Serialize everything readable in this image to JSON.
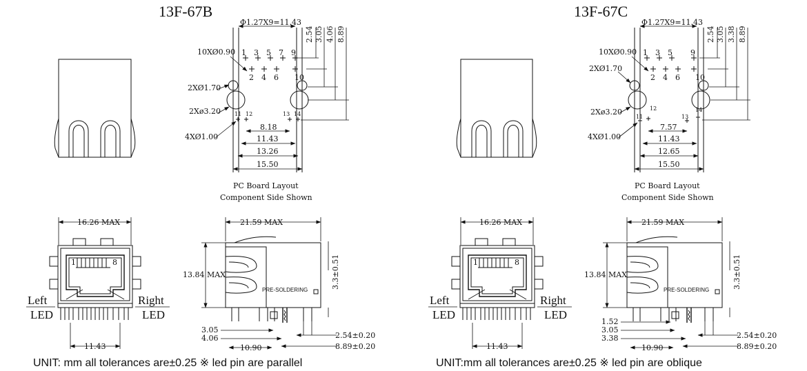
{
  "panels": [
    {
      "id": "b",
      "title": "13F-67B",
      "pcb": {
        "pitch_label": "Φ1.27X9=11.43",
        "hole10_label": "10XØ0.90",
        "hole2_label": "2XØ1.70",
        "hole3_label": "2Xø3.20",
        "hole4_label": "4XØ1.00",
        "pin_top": [
          "1",
          "3",
          "5",
          "7",
          "9"
        ],
        "pin_bot": [
          "2",
          "4",
          "6"
        ],
        "pin_10": "10",
        "pin_small": [
          "11",
          "12",
          "13",
          "14"
        ],
        "vdims": [
          "2.54",
          "3.05",
          "4.06",
          "8.89"
        ],
        "hdims": [
          "8.18",
          "11.43",
          "13.26",
          "15.50"
        ],
        "caption1": "PC Board Layout",
        "caption2": "Component Side Shown"
      },
      "front": {
        "width_label": "16.26 MAX",
        "pin_left": "1",
        "pin_right": "8",
        "left_led": [
          "Left",
          "LED"
        ],
        "right_led": [
          "Right",
          "LED"
        ],
        "bottom_label": "11.43"
      },
      "side": {
        "width_label": "21.59 MAX",
        "height_label": "13.84 MAX",
        "pin_label": "3.3±0.51",
        "presoldering": "PRE-SOLDERING",
        "left_dims": [
          "3.05",
          "4.06"
        ],
        "bottom_mid": "10.90",
        "right_dims": [
          "2.54±0.20",
          "8.89±0.20"
        ]
      },
      "footer": "UNIT: mm all tolerances are±0.25 ※ led pin are parallel"
    },
    {
      "id": "c",
      "title": "13F-67C",
      "pcb": {
        "pitch_label": "Φ1.27X9=11.43",
        "hole10_label": "10XØ0.90",
        "hole2_label": "2XØ1.70",
        "hole3_label": "2Xø3.20",
        "hole4_label": "4XØ1.00",
        "pin_top": [
          "1",
          "3",
          "5",
          "9"
        ],
        "pin_bot": [
          "2",
          "4",
          "6"
        ],
        "pin_10": "10",
        "pin_small": [
          "11",
          "12",
          "13",
          "14"
        ],
        "vdims": [
          "2.54",
          "3.05",
          "3.38",
          "8.89"
        ],
        "hdims": [
          "7.57",
          "11.43",
          "12.65",
          "15.50"
        ],
        "caption1": "PC Board Layout",
        "caption2": "Component Side Shown"
      },
      "front": {
        "width_label": "16.26 MAX",
        "pin_left": "1",
        "pin_right": "8",
        "left_led": [
          "Left",
          "LED"
        ],
        "right_led": [
          "Right",
          "LED"
        ],
        "bottom_label": "11.43"
      },
      "side": {
        "width_label": "21.59 MAX",
        "height_label": "13.84 MAX",
        "pin_label": "3.3±0.51",
        "presoldering": "PRE-SOLDERING",
        "left_dims": [
          "1.52",
          "3.05",
          "3.38"
        ],
        "bottom_mid": "10.90",
        "right_dims": [
          "2.54±0.20",
          "8.89±0.20"
        ]
      },
      "footer": "UNIT:mm all tolerances are±0.25 ※ led pin are oblique"
    }
  ]
}
